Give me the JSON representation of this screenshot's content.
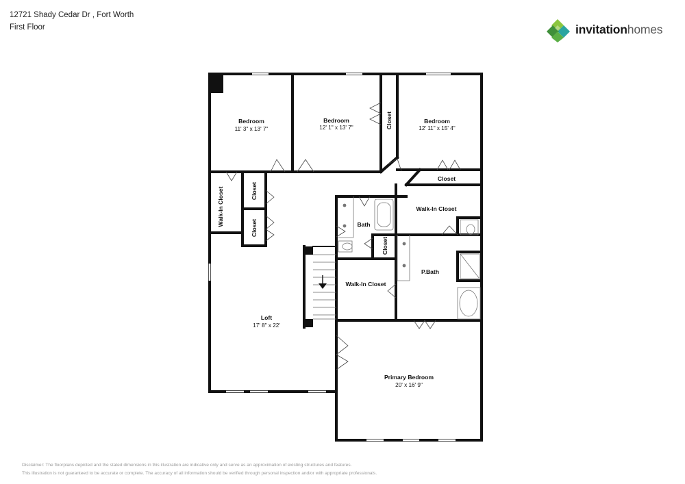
{
  "header": {
    "address": "12721 Shady Cedar Dr , Fort Worth",
    "floor": "First Floor"
  },
  "brand": {
    "name": "invitationhomes",
    "name_part1": "invitation",
    "name_part2": "homes",
    "colors": {
      "green_dark": "#3f8f3a",
      "green_light": "#8cc63f",
      "teal": "#2aa5a0"
    }
  },
  "rooms": {
    "bedroom1": {
      "name": "Bedroom",
      "dims": "11' 3\" x 13' 7\""
    },
    "bedroom2": {
      "name": "Bedroom",
      "dims": "12' 1\" x 13' 7\""
    },
    "bedroom3": {
      "name": "Bedroom",
      "dims": "12' 11\" x 15' 4\""
    },
    "closet_top": {
      "name": "Closet"
    },
    "closet_right": {
      "name": "Closet"
    },
    "walkin_left": {
      "name": "Walk-In Closet"
    },
    "closet_left_a": {
      "name": "Closet"
    },
    "closet_left_b": {
      "name": "Closet"
    },
    "bath": {
      "name": "Bath"
    },
    "walkin_right": {
      "name": "Walk-In Closet"
    },
    "closet_mid": {
      "name": "Closet"
    },
    "walkin_center": {
      "name": "Walk-In Closet"
    },
    "pbath": {
      "name": "P.Bath"
    },
    "loft": {
      "name": "Loft",
      "dims": "17' 8\" x 22'"
    },
    "primary": {
      "name": "Primary Bedroom",
      "dims": "20' x 16' 9\""
    }
  },
  "disclaimer": {
    "line1": "Disclaimer: The floorplans depicted and the stated dimensions in this illustration are indicative only and serve as an approximation of existing structures and features.",
    "line2": "This illustration is not guaranteed to be accurate or complete. The accuracy of all information should be verified through personal inspection and/or with appropriate professionals."
  }
}
